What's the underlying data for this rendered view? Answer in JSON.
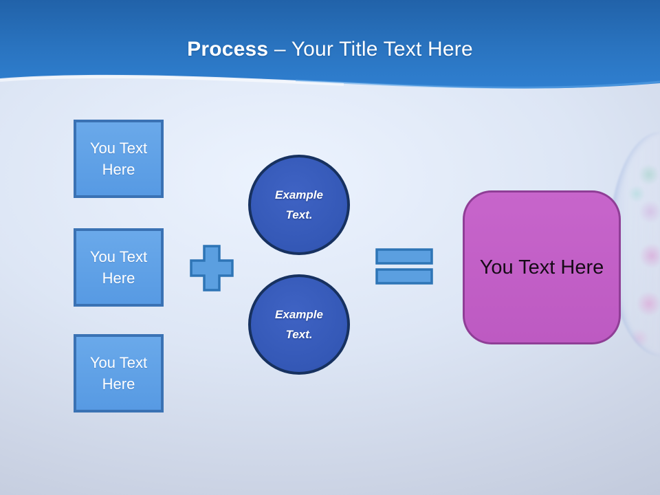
{
  "title": {
    "bold": "Process",
    "regular": " – Your Title Text Here"
  },
  "input_boxes": [
    {
      "label": "You Text Here"
    },
    {
      "label": "You Text Here"
    },
    {
      "label": "You Text Here"
    }
  ],
  "operators": {
    "plus": "plus-sign",
    "equals": "equals-sign"
  },
  "example_circles": [
    {
      "label": "Example Text."
    },
    {
      "label": "Example Text."
    }
  ],
  "result_box": {
    "label": "You Text Here"
  },
  "colors": {
    "header_blue_top": "#2263ab",
    "header_blue_bottom": "#2e7cc9",
    "shape_fill": "#5b9fe0",
    "shape_border": "#3a72b4",
    "operator_border": "#2e75b6",
    "circle_fill": "#3458b6",
    "circle_border": "#17315f",
    "result_fill": "#c361c6",
    "result_border": "#8f3e96",
    "background_light": "#dde6f5"
  }
}
